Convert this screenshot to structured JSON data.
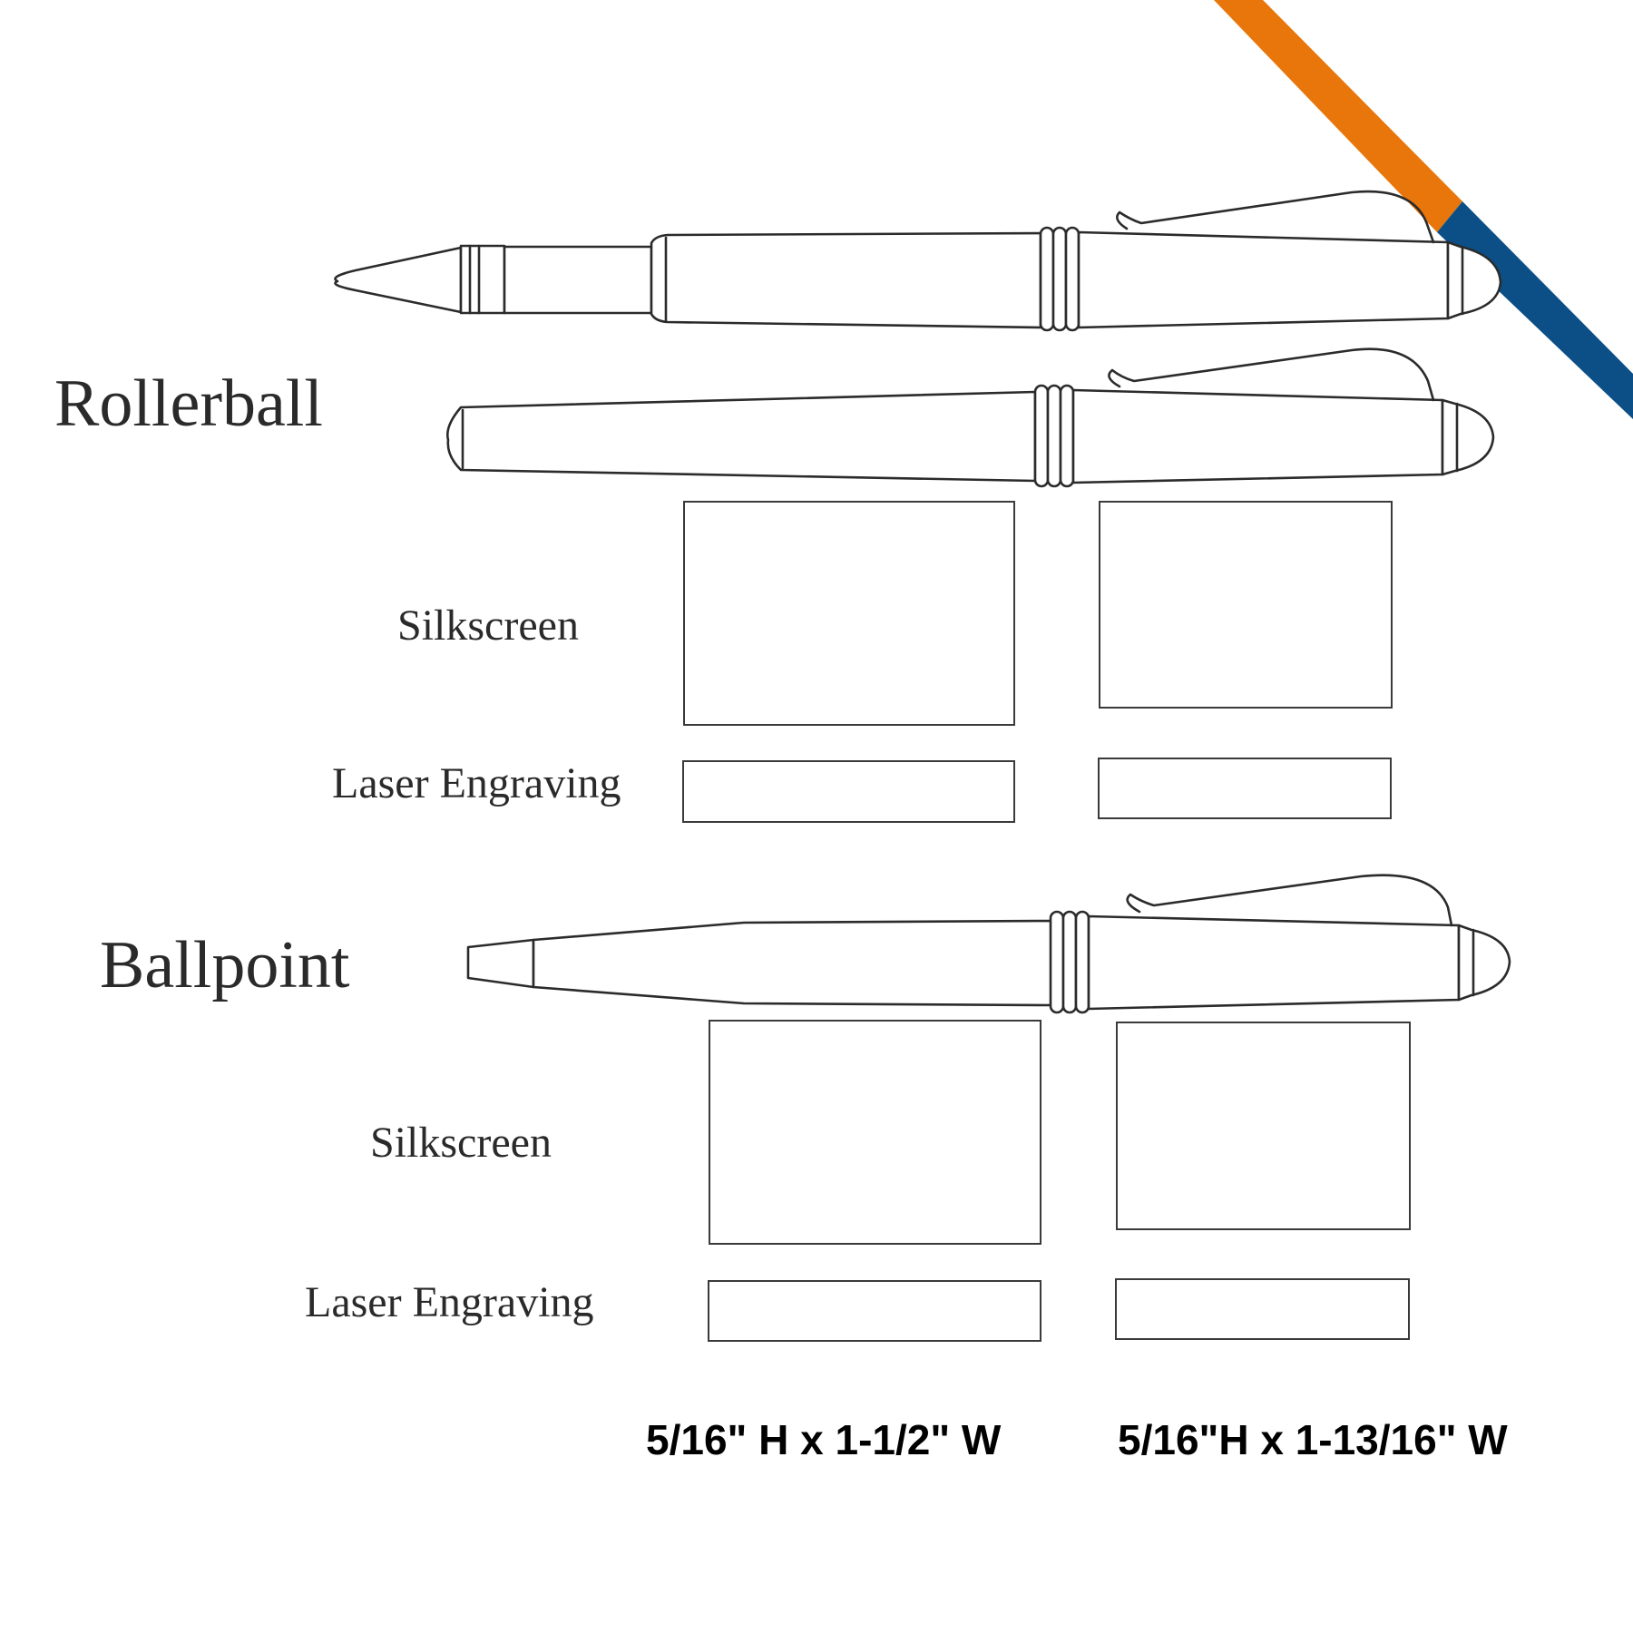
{
  "accent_colors": {
    "orange": "#E8760A",
    "blue": "#0B4F86"
  },
  "sections": [
    {
      "title": "Rollerball",
      "silkscreen_label": "Silkscreen",
      "laser_label": "Laser Engraving"
    },
    {
      "title": "Ballpoint",
      "silkscreen_label": "Silkscreen",
      "laser_label": "Laser Engraving"
    }
  ],
  "dimensions": [
    "5/16\" H x 1-1/2\" W",
    "5/16\"H x 1-13/16\" W"
  ]
}
